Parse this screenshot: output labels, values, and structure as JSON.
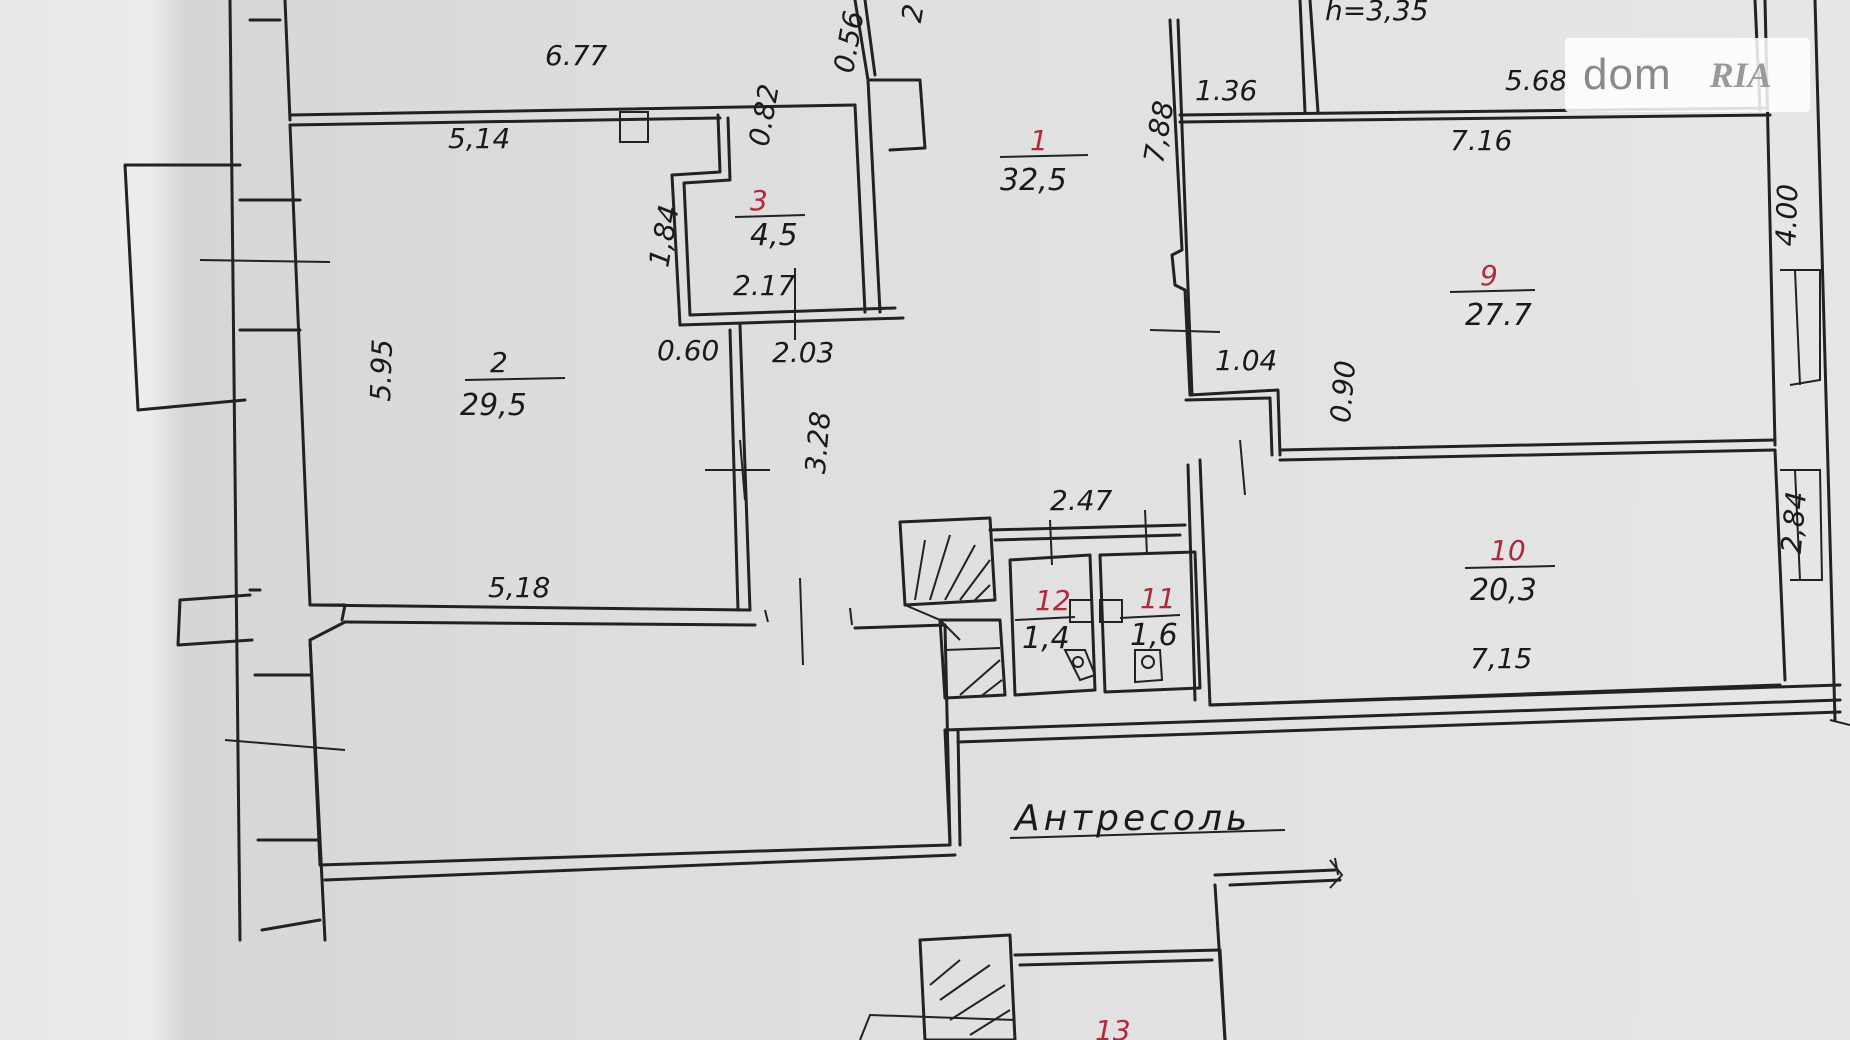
{
  "labels": {
    "top_left_dim": "6.77",
    "top_door_dim": "0.56",
    "top_right_height": "h=3,35",
    "top_right_dim": "5.68",
    "dim_136": "1.36",
    "dim_716": "7.16",
    "dim_514": "5,14",
    "dim_082": "0.82",
    "dim_788": "7,88",
    "dim_184": "1,84",
    "dim_217": "2.17",
    "dim_060": "0.60",
    "dim_203": "2.03",
    "dim_595": "5.95",
    "dim_104": "1.04",
    "dim_090": "0.90",
    "dim_400": "4.00",
    "dim_328": "3.28",
    "dim_247": "2.47",
    "dim_518": "5,18",
    "dim_284": "2,84",
    "dim_715": "7,15",
    "dim_2": "2",
    "mezzanine": "Антресоль",
    "room_13_no": "13"
  },
  "rooms": [
    {
      "no": "1",
      "area": "32,5"
    },
    {
      "no": "2",
      "area": "29,5"
    },
    {
      "no": "3",
      "area": "4,5"
    },
    {
      "no": "9",
      "area": "27.7"
    },
    {
      "no": "10",
      "area": "20,3"
    },
    {
      "no": "11",
      "area": "1,6"
    },
    {
      "no": "12",
      "area": "1,4"
    }
  ],
  "watermark": {
    "brand": "dom",
    "sub": "RIA"
  }
}
